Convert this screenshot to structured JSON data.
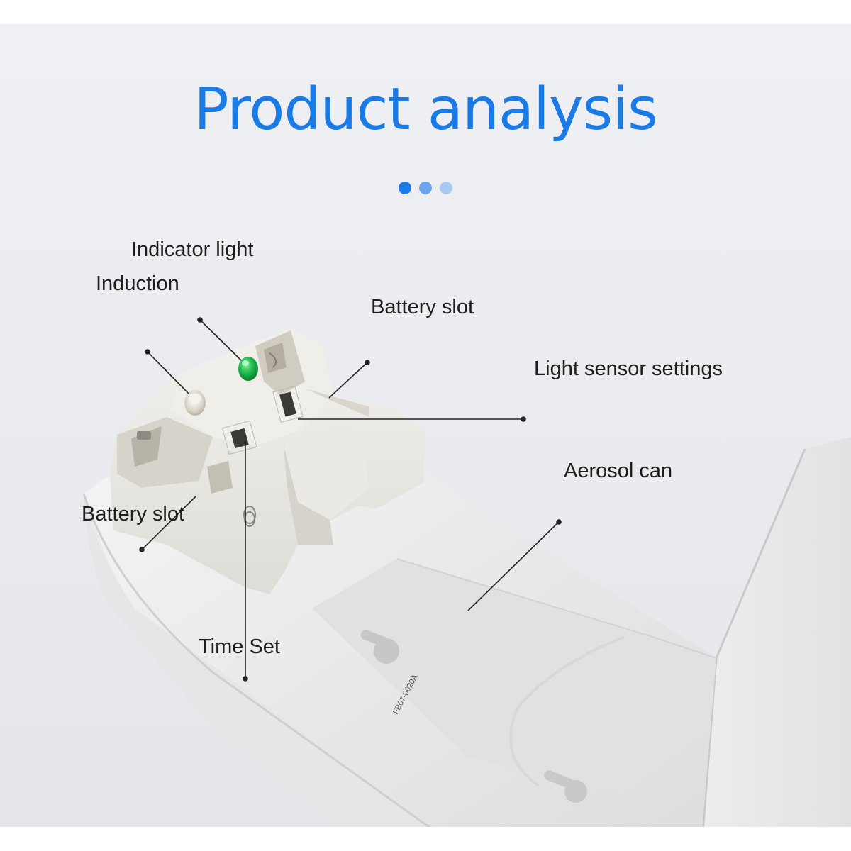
{
  "header": {
    "title": "Product analysis",
    "carousel_dots": [
      {
        "state": "active",
        "color": "#1a7ae6"
      },
      {
        "state": "inactive",
        "color": "#6aa6ee"
      },
      {
        "state": "inactive",
        "color": "#a9c9f4"
      }
    ]
  },
  "annotations": {
    "indicator_light": "Indicator light",
    "induction": "Induction",
    "battery_slot_top": "Battery slot",
    "light_sensor_settings": "Light sensor settings",
    "aerosol_can": "Aerosol can",
    "battery_slot_bottom": "Battery slot",
    "time_set": "Time Set"
  },
  "product": {
    "model_code": "FB07-0020A",
    "indicator_color": "#1fb84a"
  },
  "colors": {
    "accent": "#1a7ae6",
    "label_text": "#1e1e1e",
    "background": "#eceef2"
  }
}
